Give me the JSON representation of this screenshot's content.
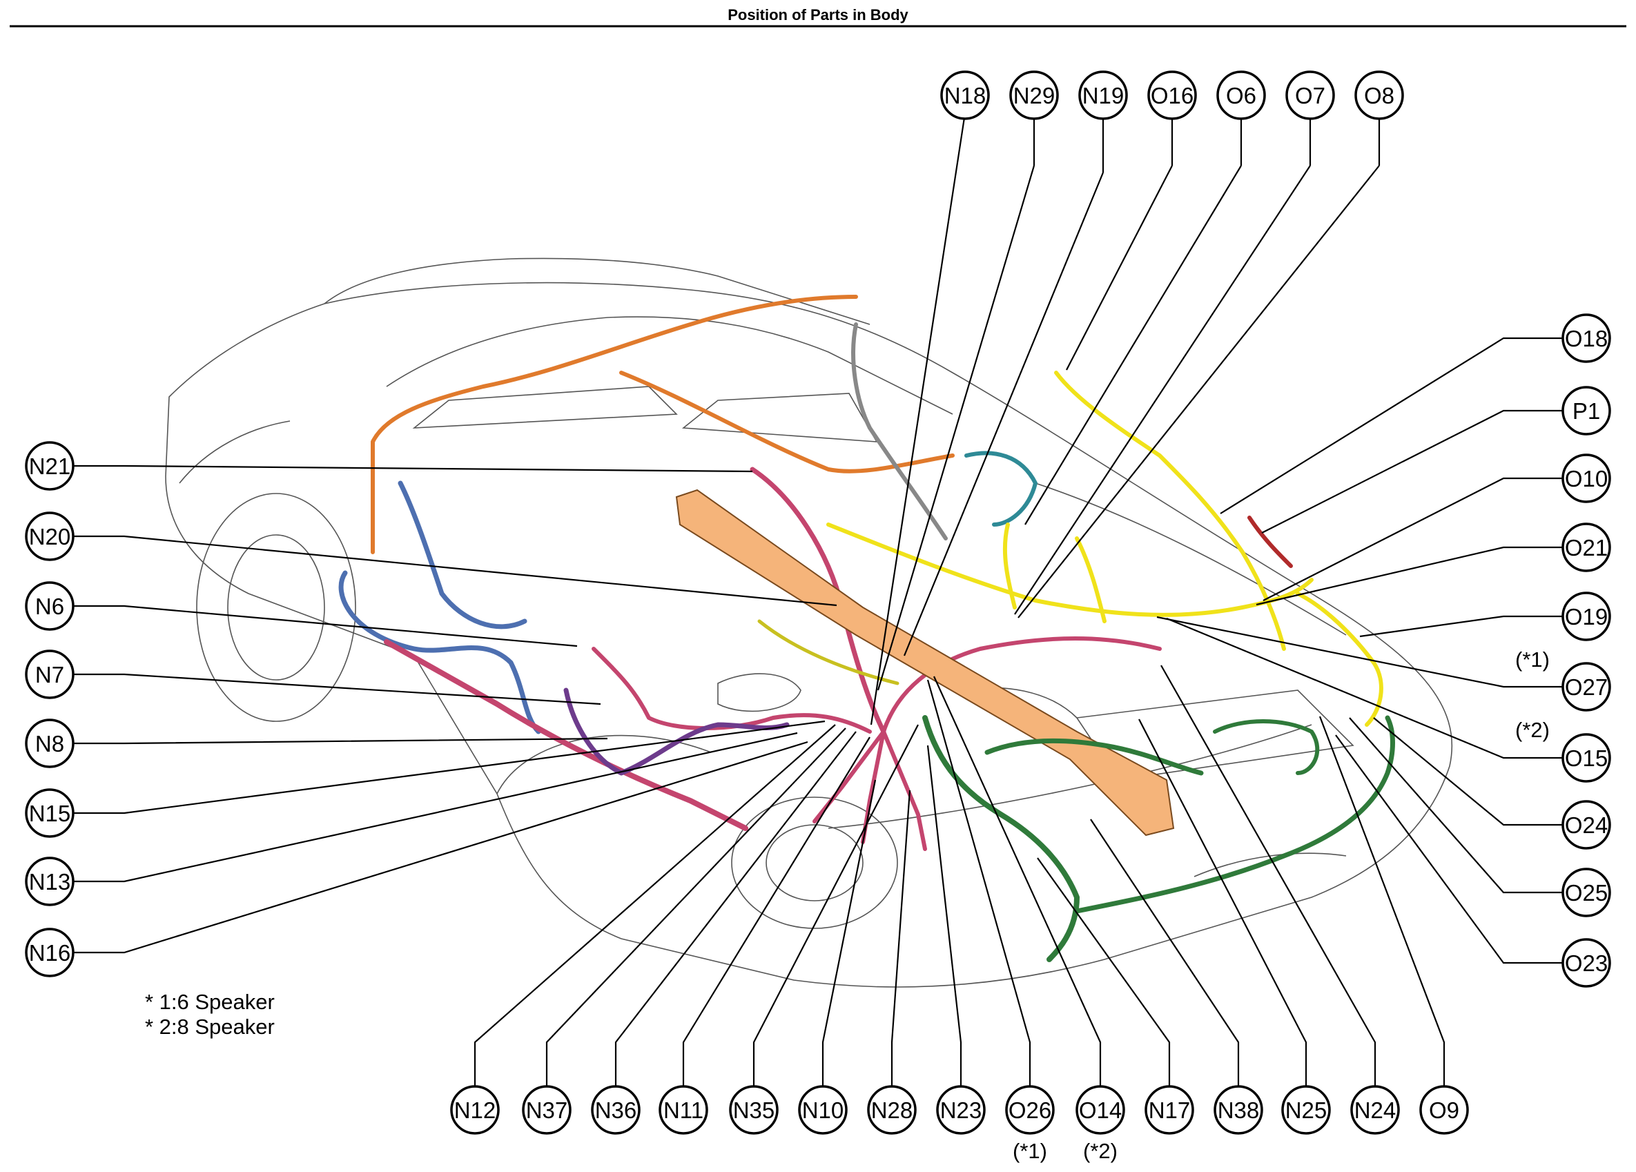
{
  "title": "Position of Parts in Body",
  "callouts": [
    "N18",
    "N29",
    "N19",
    "O16",
    "O6",
    "O7",
    "O8",
    "O18",
    "P1",
    "O10",
    "O21",
    "O19",
    "O27",
    "O15",
    "O24",
    "O25",
    "O23",
    "N21",
    "N20",
    "N6",
    "N7",
    "N8",
    "N15",
    "N13",
    "N16",
    "N12",
    "N37",
    "N36",
    "N11",
    "N35",
    "N10",
    "N28",
    "N23",
    "O26",
    "O14",
    "N17",
    "N38",
    "N25",
    "N24",
    "O9"
  ],
  "qualifiers": {
    "O27": "(*1)",
    "O15": "(*2)",
    "O26": "(*1)",
    "O14": "(*2)"
  },
  "notes": [
    "* 1:6 Speaker",
    "* 2:8 Speaker"
  ],
  "colors": {
    "orange": "#e07a2c",
    "pink": "#c4456e",
    "yellow": "#f0e21a",
    "blue": "#4d6fb0",
    "green": "#2f7a3a",
    "purple": "#6d3b8c",
    "teal": "#2e8a96",
    "cross_member": "#f5b47a"
  }
}
